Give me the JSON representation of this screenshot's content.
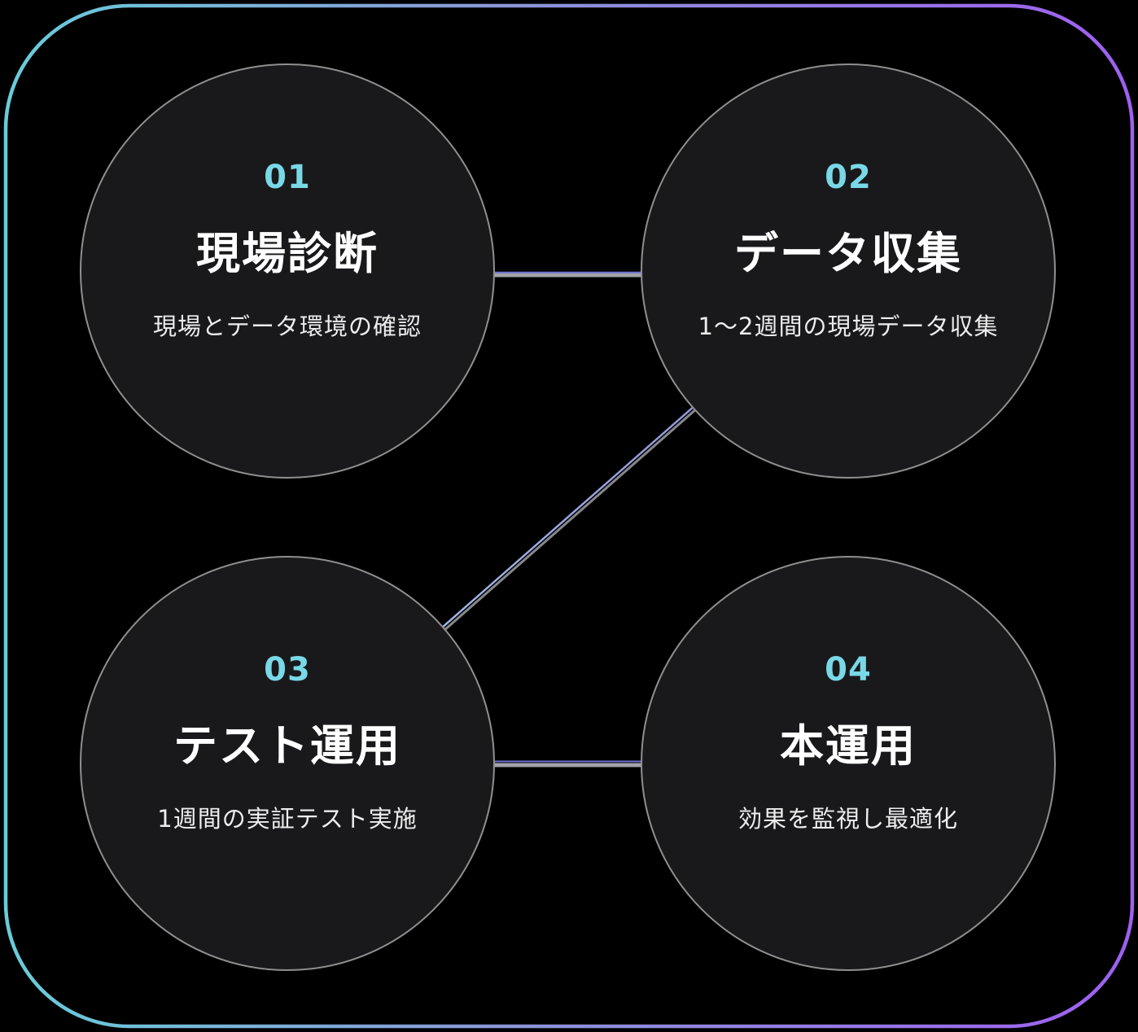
{
  "diagram": {
    "type": "process-steps",
    "background_color": "#000000",
    "frame": {
      "shape": "rounded-rectangle",
      "gradient_left_color": "#68cdd9",
      "gradient_middle_color": "#8b95d8",
      "gradient_right_color": "#9e5ff0"
    },
    "circle": {
      "fill_color": "#19191b",
      "border_color": "#8f8f8f",
      "number_color": "#79d8e6",
      "title_color": "#ffffff",
      "description_color": "#ededed"
    },
    "connectors": {
      "accent_color": "#6b70d6",
      "gray_color": "#a3a3aa",
      "diagonal_start_color": "#a9c9e8",
      "diagonal_end_color": "#8a86d8",
      "links": [
        "01-02",
        "02-03",
        "03-04"
      ]
    }
  },
  "steps": [
    {
      "number": "01",
      "title": "現場診断",
      "description": "現場とデータ環境の確認"
    },
    {
      "number": "02",
      "title": "データ収集",
      "description": "1〜2週間の現場データ収集"
    },
    {
      "number": "03",
      "title": "テスト運用",
      "description": "1週間の実証テスト実施"
    },
    {
      "number": "04",
      "title": "本運用",
      "description": "効果を監視し最適化"
    }
  ]
}
